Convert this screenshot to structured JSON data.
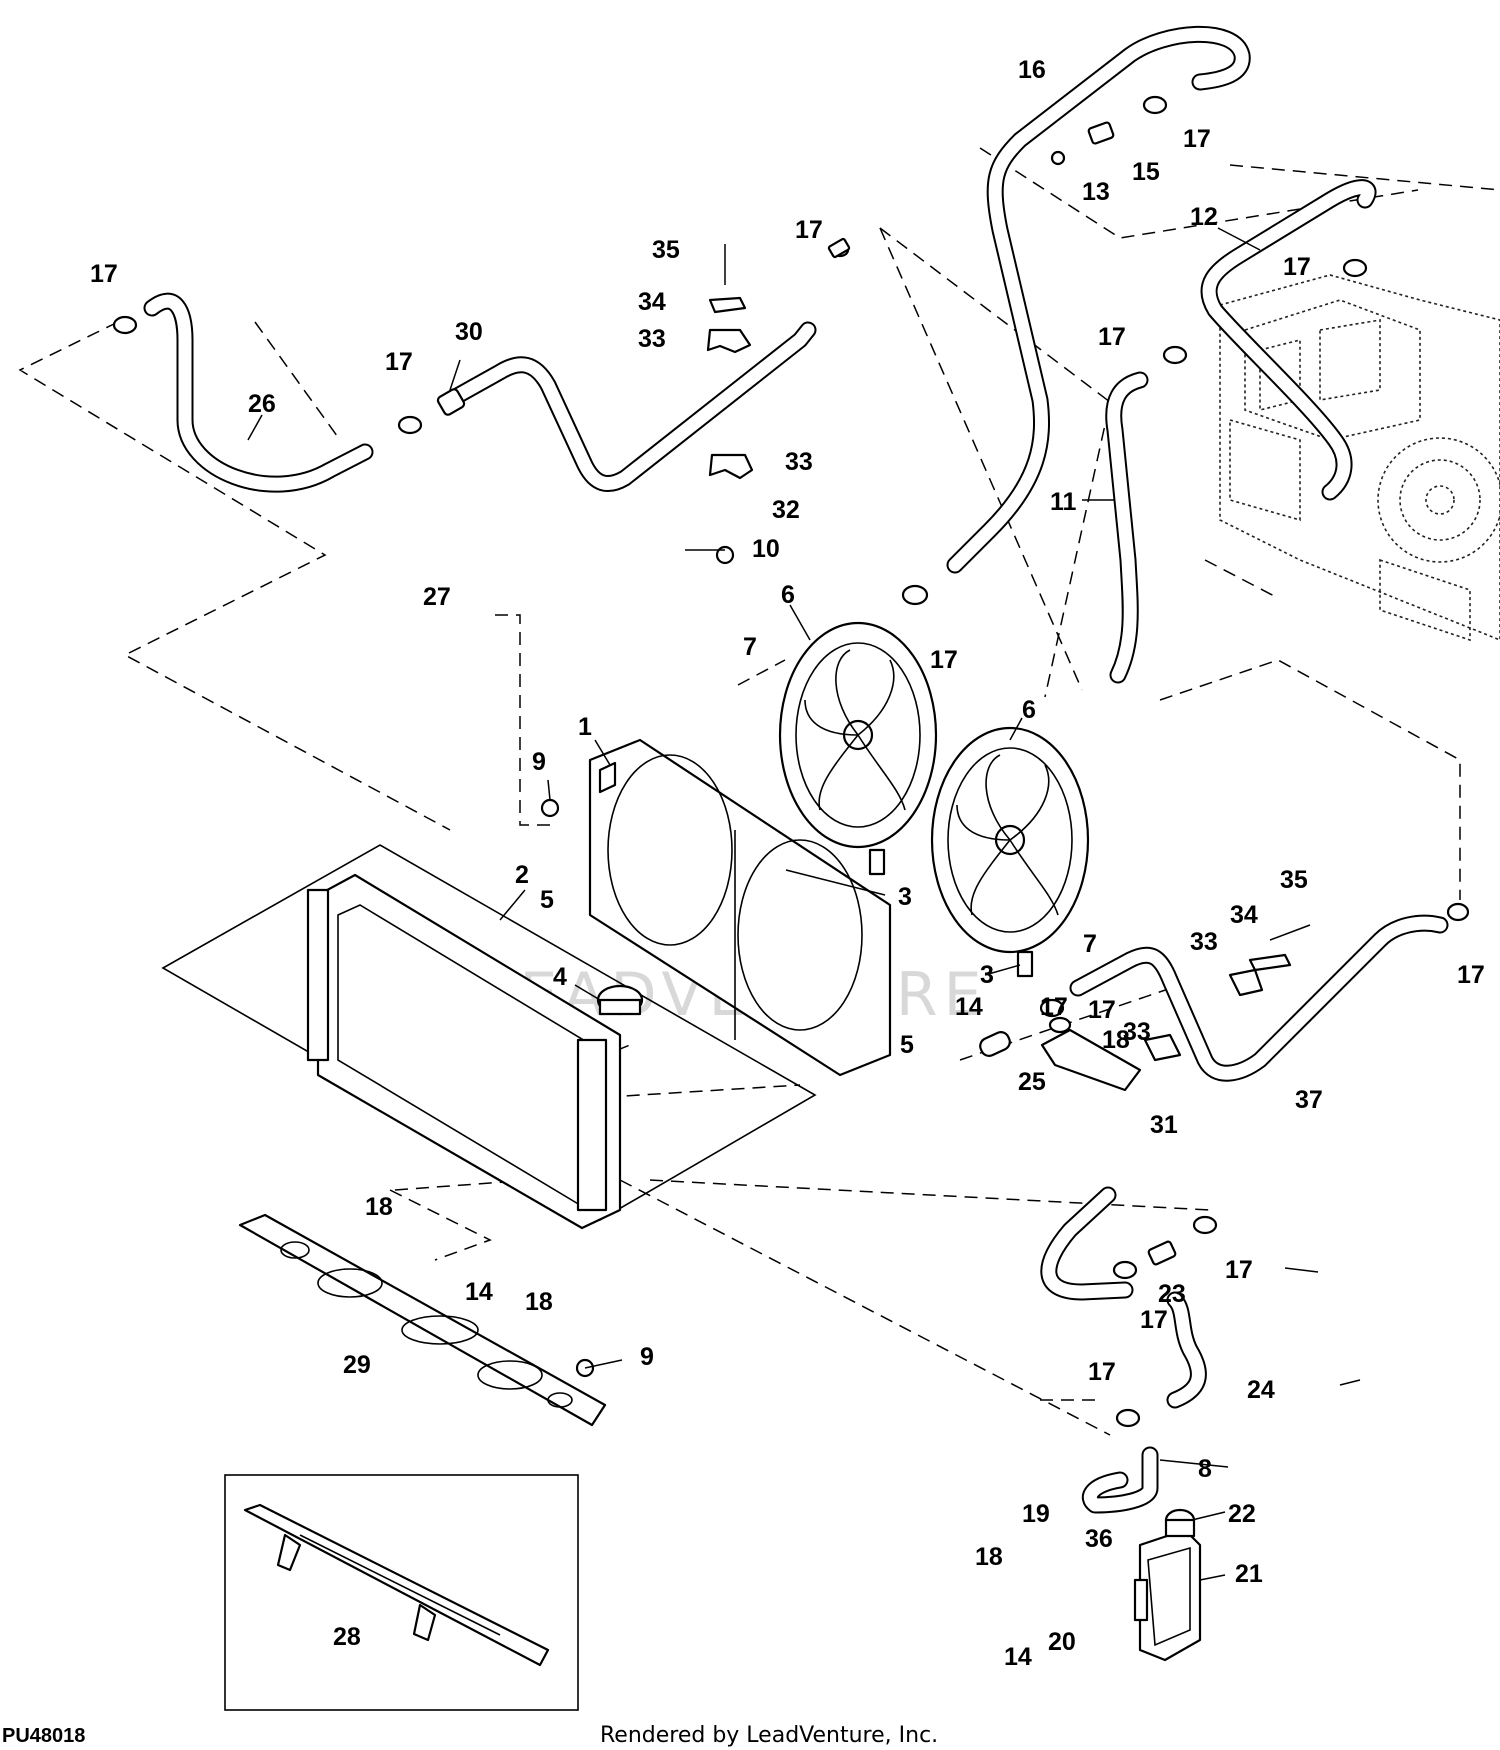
{
  "figure_code": "PU48018",
  "credit": "Rendered by LeadVenture, Inc.",
  "watermark": "LEADVENTURE",
  "callouts": [
    {
      "id": "c1",
      "label": "1"
    },
    {
      "id": "c2",
      "label": "2"
    },
    {
      "id": "c3a",
      "label": "3"
    },
    {
      "id": "c3b",
      "label": "3"
    },
    {
      "id": "c4",
      "label": "4"
    },
    {
      "id": "c5a",
      "label": "5"
    },
    {
      "id": "c5b",
      "label": "5"
    },
    {
      "id": "c6a",
      "label": "6"
    },
    {
      "id": "c6b",
      "label": "6"
    },
    {
      "id": "c7a",
      "label": "7"
    },
    {
      "id": "c7b",
      "label": "7"
    },
    {
      "id": "c8",
      "label": "8"
    },
    {
      "id": "c9a",
      "label": "9"
    },
    {
      "id": "c9b",
      "label": "9"
    },
    {
      "id": "c10",
      "label": "10"
    },
    {
      "id": "c11",
      "label": "11"
    },
    {
      "id": "c12",
      "label": "12"
    },
    {
      "id": "c13",
      "label": "13"
    },
    {
      "id": "c14a",
      "label": "14"
    },
    {
      "id": "c14b",
      "label": "14"
    },
    {
      "id": "c14c",
      "label": "14"
    },
    {
      "id": "c15",
      "label": "15"
    },
    {
      "id": "c16",
      "label": "16"
    },
    {
      "id": "c17a",
      "label": "17"
    },
    {
      "id": "c17b",
      "label": "17"
    },
    {
      "id": "c17c",
      "label": "17"
    },
    {
      "id": "c17d",
      "label": "17"
    },
    {
      "id": "c17e",
      "label": "17"
    },
    {
      "id": "c17f",
      "label": "17"
    },
    {
      "id": "c17g",
      "label": "17"
    },
    {
      "id": "c17h",
      "label": "17"
    },
    {
      "id": "c17i",
      "label": "17"
    },
    {
      "id": "c17j",
      "label": "17"
    },
    {
      "id": "c17k",
      "label": "17"
    },
    {
      "id": "c17l",
      "label": "17"
    },
    {
      "id": "c17m",
      "label": "17"
    },
    {
      "id": "c18a",
      "label": "18"
    },
    {
      "id": "c18b",
      "label": "18"
    },
    {
      "id": "c18c",
      "label": "18"
    },
    {
      "id": "c18d",
      "label": "18"
    },
    {
      "id": "c19",
      "label": "19"
    },
    {
      "id": "c20",
      "label": "20"
    },
    {
      "id": "c21",
      "label": "21"
    },
    {
      "id": "c22",
      "label": "22"
    },
    {
      "id": "c23",
      "label": "23"
    },
    {
      "id": "c24",
      "label": "24"
    },
    {
      "id": "c25",
      "label": "25"
    },
    {
      "id": "c26",
      "label": "26"
    },
    {
      "id": "c27",
      "label": "27"
    },
    {
      "id": "c28",
      "label": "28"
    },
    {
      "id": "c29",
      "label": "29"
    },
    {
      "id": "c30",
      "label": "30"
    },
    {
      "id": "c31",
      "label": "31"
    },
    {
      "id": "c32",
      "label": "32"
    },
    {
      "id": "c33a",
      "label": "33"
    },
    {
      "id": "c33b",
      "label": "33"
    },
    {
      "id": "c33c",
      "label": "33"
    },
    {
      "id": "c33d",
      "label": "33"
    },
    {
      "id": "c34a",
      "label": "34"
    },
    {
      "id": "c34b",
      "label": "34"
    },
    {
      "id": "c35a",
      "label": "35"
    },
    {
      "id": "c35b",
      "label": "35"
    },
    {
      "id": "c36",
      "label": "36"
    },
    {
      "id": "c37",
      "label": "37"
    }
  ]
}
